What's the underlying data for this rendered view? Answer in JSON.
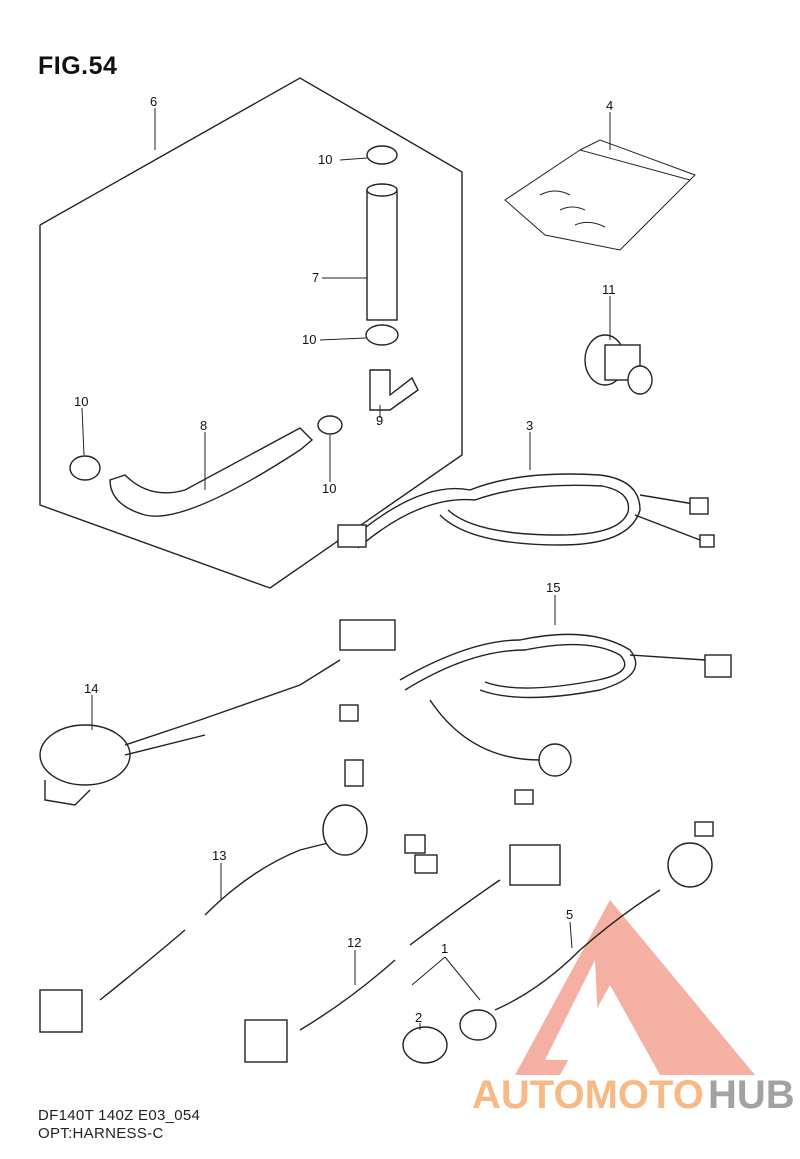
{
  "figure": {
    "title": "FIG.54",
    "code": "DF140T 140Z E03_054",
    "subtitle": "OPT:HARNESS-C"
  },
  "callouts": [
    "1",
    "2",
    "3",
    "4",
    "5",
    "6",
    "7",
    "8",
    "9",
    "10",
    "10",
    "10",
    "10",
    "11",
    "12",
    "13",
    "14",
    "15"
  ],
  "watermark": {
    "brand_part1": "AUTOMOTO",
    "brand_part2": "HUB",
    "color_primary": "#f08a7a",
    "color_secondary": "#f7b27a",
    "color_tertiary": "#999999"
  }
}
